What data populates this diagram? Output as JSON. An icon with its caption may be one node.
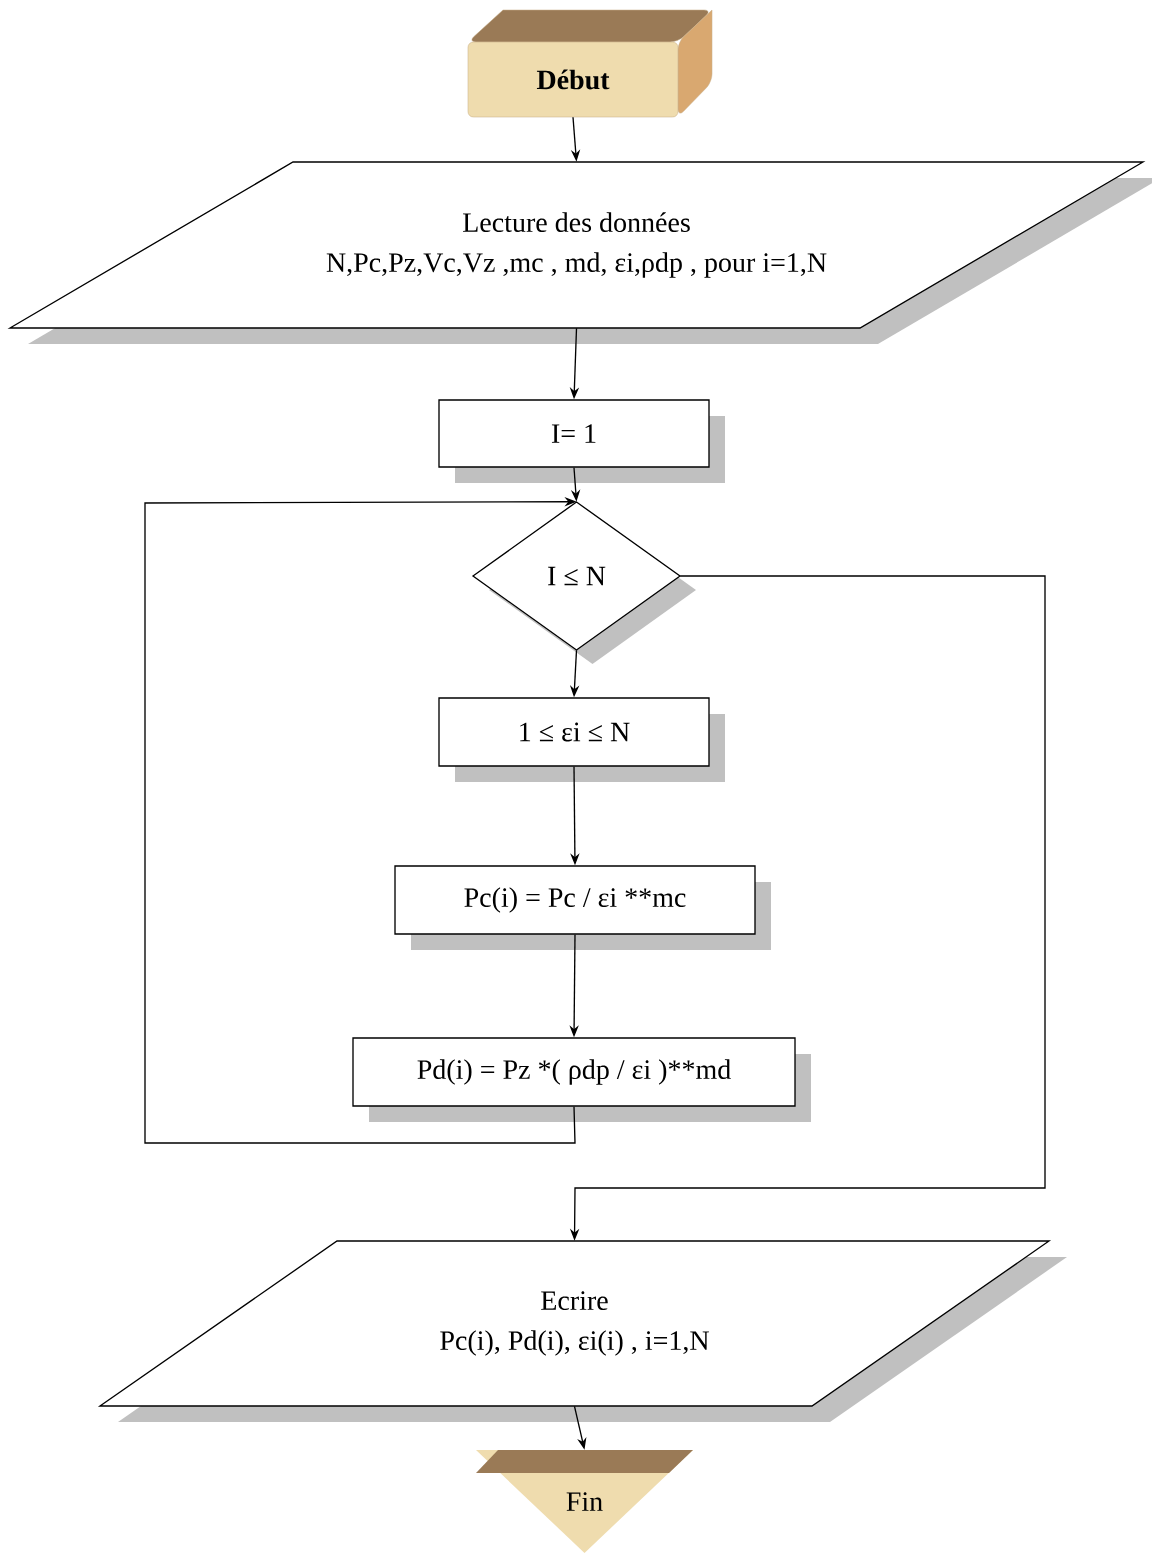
{
  "diagram": {
    "nodes": [
      {
        "text": [
          "Début"
        ]
      },
      {
        "text": [
          "Lecture des données",
          "N,Pc,Pz,Vc,Vz ,mc , md, εi,ρdp , pour i=1,N"
        ]
      },
      {
        "text": [
          "I= 1"
        ]
      },
      {
        "text": [
          "I ≤ N"
        ]
      },
      {
        "text": [
          "1 ≤ εi ≤ N"
        ]
      },
      {
        "text": [
          "Pc(i) = Pc / εi **mc"
        ]
      },
      {
        "text": [
          "Pd(i) = Pz *( ρdp / εi )**md"
        ]
      },
      {
        "text": [
          "Ecrire",
          "Pc(i), Pd(i), εi(i) , i=1,N"
        ]
      },
      {
        "text": [
          "Fin"
        ]
      }
    ],
    "edges": [
      {
        "from": 0,
        "to": 1,
        "arrow": "to"
      },
      {
        "from": 1,
        "to": 2,
        "arrow": "to"
      },
      {
        "from": 2,
        "to": 3,
        "arrow": "to"
      },
      {
        "from": 3,
        "to": 4,
        "arrow": "to"
      },
      {
        "from": 4,
        "to": 5,
        "arrow": "to"
      },
      {
        "from": 5,
        "to": 6,
        "arrow": "to"
      },
      {
        "from": 6,
        "to": 3,
        "arrow": "to"
      },
      {
        "from": 3,
        "to": 7,
        "arrow": "to"
      },
      {
        "from": 7,
        "to": 8,
        "arrow": "to"
      }
    ]
  }
}
